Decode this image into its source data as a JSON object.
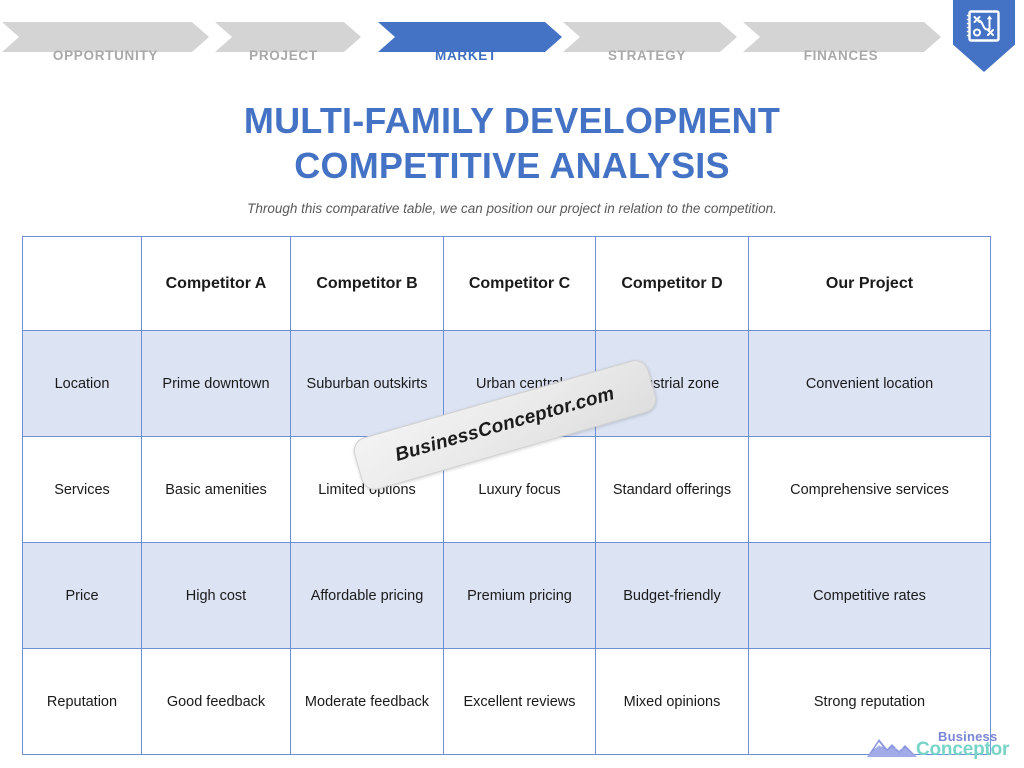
{
  "nav": {
    "steps": [
      {
        "label": "OPPORTUNITY",
        "active": false
      },
      {
        "label": "PROJECT",
        "active": false
      },
      {
        "label": "MARKET",
        "active": true
      },
      {
        "label": "STRATEGY",
        "active": false
      },
      {
        "label": "FINANCES",
        "active": false
      }
    ],
    "badge_icon": "strategy-board-icon",
    "active_color": "#4472c4",
    "inactive_color": "#d4d4d4",
    "inactive_label_color": "#a9a9a9"
  },
  "header": {
    "title_line1": "MULTI-FAMILY DEVELOPMENT",
    "title_line2": "COMPETITIVE ANALYSIS",
    "subtitle": "Through this comparative table, we can position our project in relation to the competition.",
    "title_color": "#4472c4"
  },
  "table": {
    "corner_label": "",
    "columns": [
      "Competitor A",
      "Competitor B",
      "Competitor C",
      "Competitor D",
      "Our Project"
    ],
    "rows": [
      {
        "label": "Location",
        "shaded": true,
        "cells": [
          "Prime downtown",
          "Suburban outskirts",
          "Urban central",
          "Industrial zone",
          "Convenient location"
        ]
      },
      {
        "label": "Services",
        "shaded": false,
        "cells": [
          "Basic amenities",
          "Limited options",
          "Luxury focus",
          "Standard offerings",
          "Comprehensive services"
        ]
      },
      {
        "label": "Price",
        "shaded": true,
        "cells": [
          "High cost",
          "Affordable pricing",
          "Premium pricing",
          "Budget-friendly",
          "Competitive rates"
        ]
      },
      {
        "label": "Reputation",
        "shaded": false,
        "cells": [
          "Good feedback",
          "Moderate feedback",
          "Excellent reviews",
          "Mixed opinions",
          "Strong reputation"
        ]
      }
    ],
    "border_color": "#6f8fd4",
    "shaded_color": "#dce3f3"
  },
  "watermark": {
    "text": "BusinessConceptor.com"
  },
  "footer_logo": {
    "word_top": "Business",
    "word_bottom": "Conceptor",
    "icon": "mountain-icon",
    "top_color": "#7b86d6",
    "bottom_color": "#79d4c8"
  }
}
